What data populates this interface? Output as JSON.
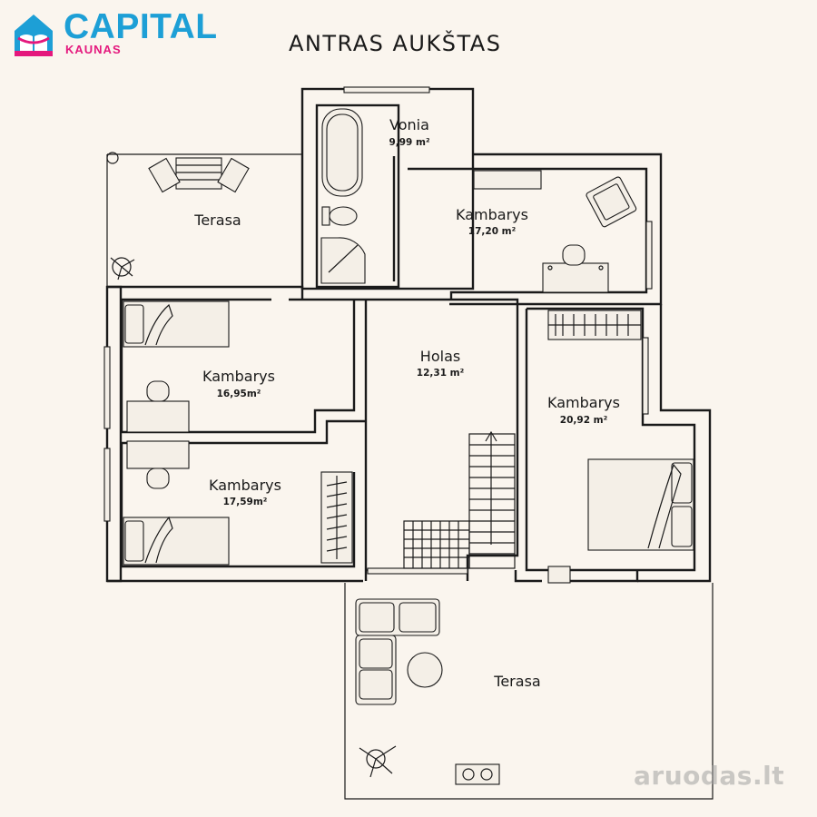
{
  "brand": {
    "name": "CAPITAL",
    "city": "KAUNAS",
    "color_primary": "#1d9fd6",
    "color_accent": "#e4187d"
  },
  "plan": {
    "title": "ANTRAS AUKŠTAS"
  },
  "rooms": [
    {
      "name": "Vonia",
      "area": "9,99 m²"
    },
    {
      "name": "Kambarys",
      "area": "17,20 m²"
    },
    {
      "name": "Terasa"
    },
    {
      "name": "Kambarys",
      "area": "16,95m²"
    },
    {
      "name": "Holas",
      "area": "12,31 m²"
    },
    {
      "name": "Kambarys",
      "area": "20,92 m²"
    },
    {
      "name": "Kambarys",
      "area": "17,59m²"
    },
    {
      "name": "Terasa"
    }
  ],
  "watermark": {
    "text": "aruodas.lt"
  },
  "icons": [
    "house-logo-icon",
    "bathtub-icon",
    "toilet-icon",
    "shower-icon",
    "bed-icon",
    "desk-icon",
    "chair-icon",
    "armchair-icon",
    "wardrobe-icon",
    "stairs-icon",
    "sofa-icon",
    "table-icon",
    "plant-icon",
    "sun-lounger-icon"
  ]
}
